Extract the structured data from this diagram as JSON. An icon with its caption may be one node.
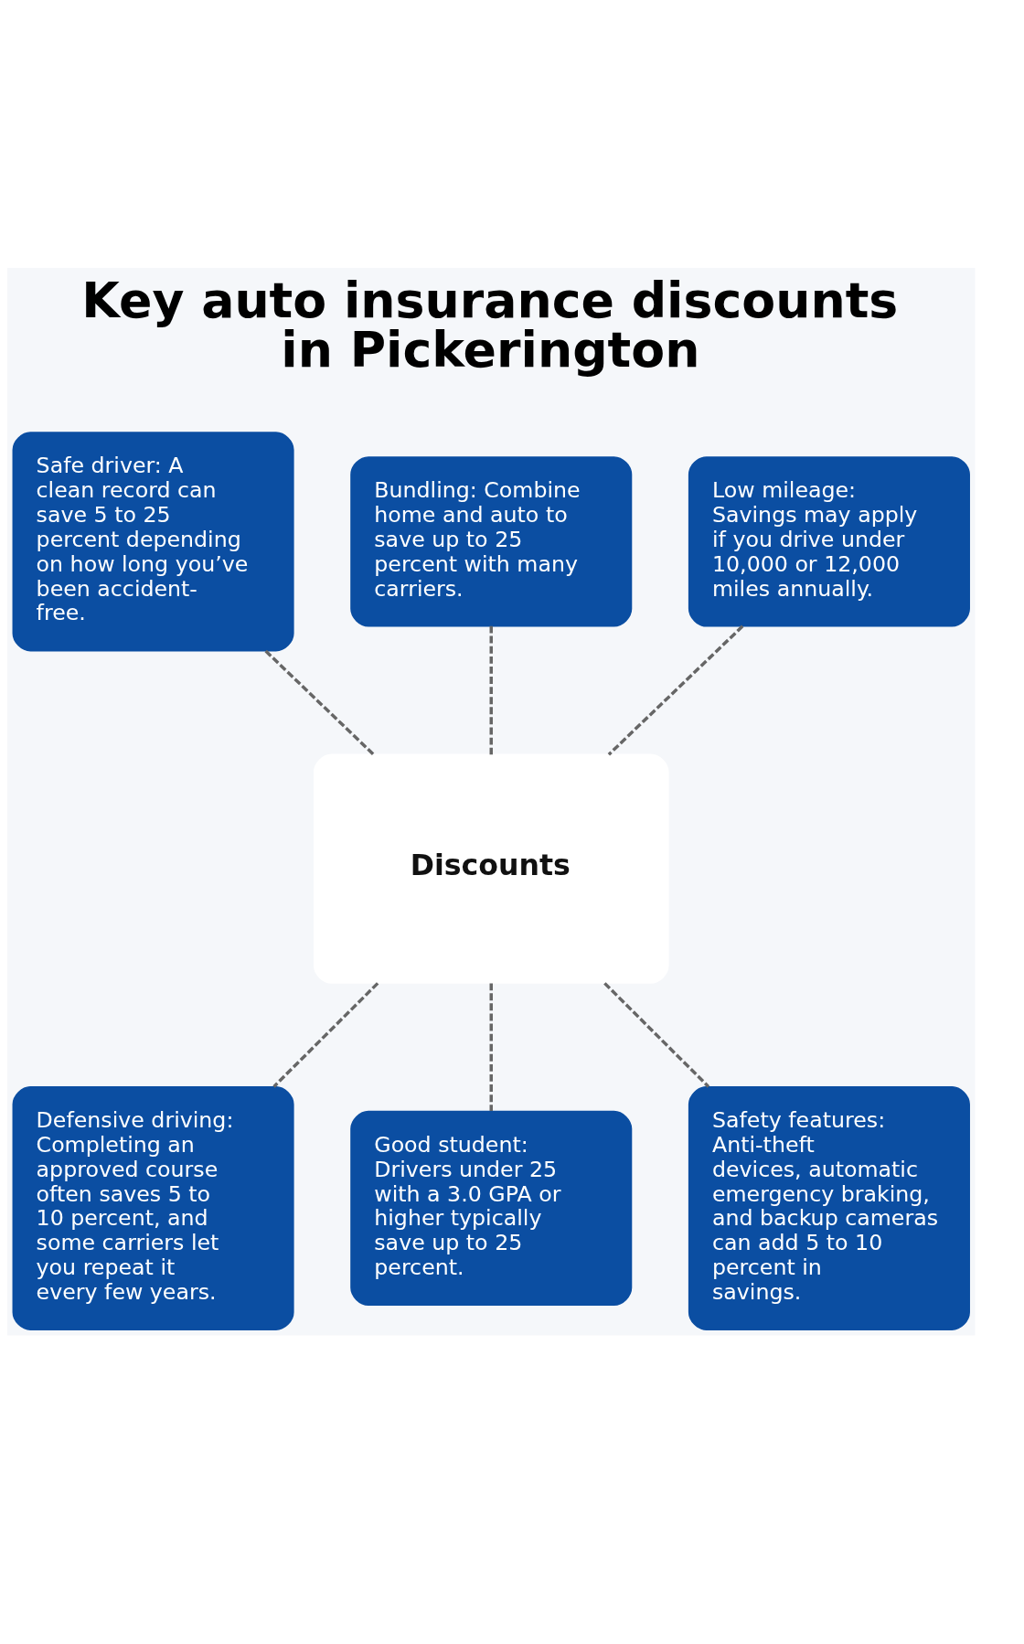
{
  "diagram": {
    "title": "Key auto insurance discounts in Pickerington",
    "nodes": [
      {
        "text": [
          "Safe driver: A clean record can save 5 to 25 percent depending on how long you’ve been accident-free."
        ]
      },
      {
        "text": [
          "Bundling: Combine home and auto to save up to 25 percent with many carriers."
        ]
      },
      {
        "text": [
          "Low mileage: Savings may apply if you drive under 10,000 or 12,000 miles annually."
        ]
      },
      {
        "text": [
          "Discounts"
        ]
      },
      {
        "text": [
          "Defensive driving: Completing an approved course often saves 5 to 10 percent, and some carriers let you repeat it every few years."
        ]
      },
      {
        "text": [
          "Good student: Drivers under 25 with a 3.0 GPA or higher typically save up to 25 percent."
        ]
      },
      {
        "text": [
          "Safety features: Anti-theft devices, automatic emergency braking, and backup cameras can add 5 to 10 percent in savings."
        ]
      }
    ],
    "edges": [
      {
        "from": 0,
        "to": 3,
        "arrow": "none",
        "style": "dashed"
      },
      {
        "from": 1,
        "to": 3,
        "arrow": "none",
        "style": "dashed"
      },
      {
        "from": 2,
        "to": 3,
        "arrow": "none",
        "style": "dashed"
      },
      {
        "from": 3,
        "to": 4,
        "arrow": "none",
        "style": "dashed"
      },
      {
        "from": 3,
        "to": 5,
        "arrow": "none",
        "style": "dashed"
      },
      {
        "from": 3,
        "to": 6,
        "arrow": "none",
        "style": "dashed"
      }
    ]
  }
}
